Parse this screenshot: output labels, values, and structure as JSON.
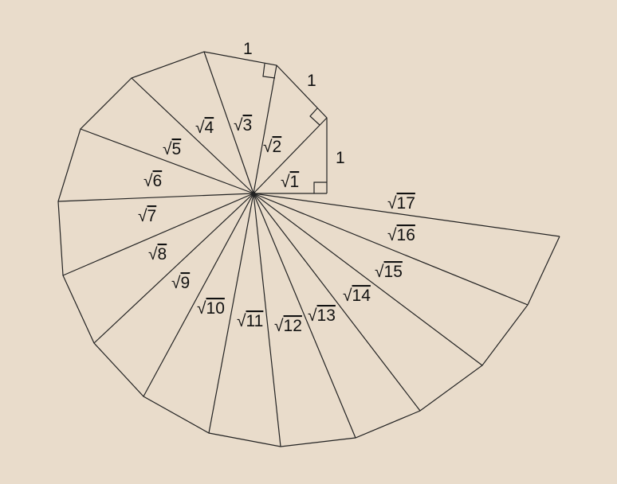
{
  "diagram": {
    "radical_symbol": "√",
    "unit_label": "1",
    "hypotenuse_labels": [
      {
        "rad": "√",
        "n": "1"
      },
      {
        "rad": "√",
        "n": "2"
      },
      {
        "rad": "√",
        "n": "3"
      },
      {
        "rad": "√",
        "n": "4"
      },
      {
        "rad": "√",
        "n": "5"
      },
      {
        "rad": "√",
        "n": "6"
      },
      {
        "rad": "√",
        "n": "7"
      },
      {
        "rad": "√",
        "n": "8"
      },
      {
        "rad": "√",
        "n": "9"
      },
      {
        "rad": "√",
        "n": "10"
      },
      {
        "rad": "√",
        "n": "11"
      },
      {
        "rad": "√",
        "n": "12"
      },
      {
        "rad": "√",
        "n": "13"
      },
      {
        "rad": "√",
        "n": "14"
      },
      {
        "rad": "√",
        "n": "15"
      },
      {
        "rad": "√",
        "n": "16"
      },
      {
        "rad": "√",
        "n": "17"
      }
    ],
    "side_labels": [
      "1",
      "1",
      "1"
    ]
  },
  "colors": {
    "background": "#e9dccb",
    "stroke": "#222222",
    "text": "#111111"
  }
}
